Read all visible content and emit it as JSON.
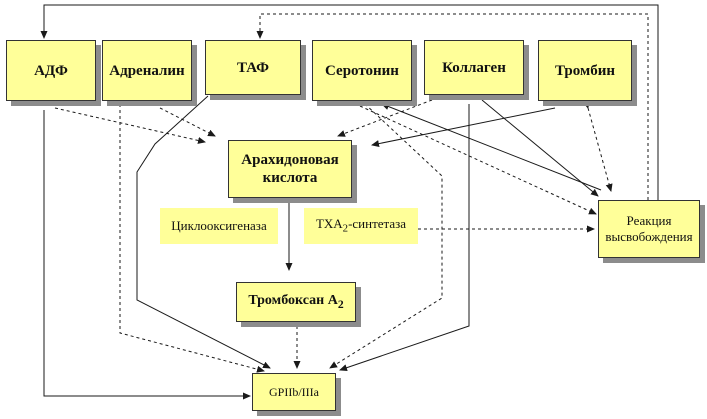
{
  "nodes": {
    "adf": "АДФ",
    "adrenalin": "Адреналин",
    "taf": "ТАФ",
    "serotonin": "Серотонин",
    "kollagen": "Коллаген",
    "trombin": "Тромбин",
    "arachidonic_line1": "Арахидоновая",
    "arachidonic_line2": "кислота",
    "cyclooxygenase": "Циклооксигеназа",
    "txa2_synthetase_pre": "ТХА",
    "txa2_synthetase_sub": "2",
    "txa2_synthetase_post": "-синтетаза",
    "thromboxane_pre": "Тромбоксан А",
    "thromboxane_sub": "2",
    "release_line1": "Реакция",
    "release_line2": "высвобождения",
    "gp": "GPIIb/IIIa"
  },
  "colors": {
    "node_fill": "#ffff99",
    "node_border": "#333333",
    "shadow": "#8c8c8c",
    "arrow": "#1a1a1a"
  }
}
